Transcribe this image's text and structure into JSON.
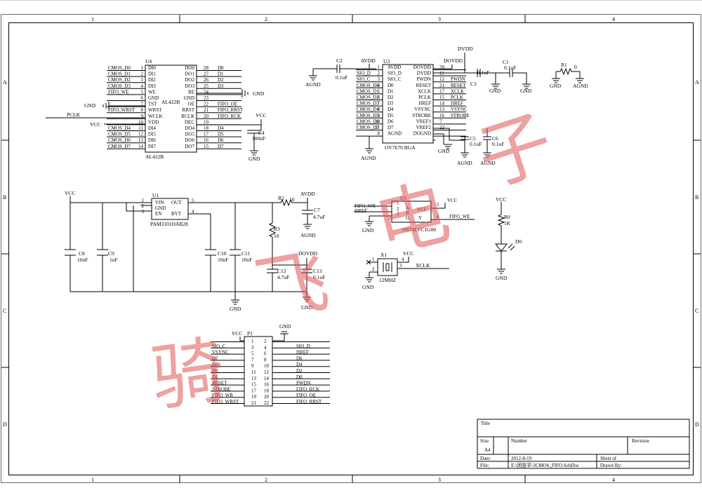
{
  "border": {
    "columns": [
      "1",
      "2",
      "3",
      "4"
    ],
    "rows": [
      "A",
      "B",
      "C",
      "D"
    ]
  },
  "u4": {
    "ref": "U4",
    "part": "AL422B",
    "part_inner": "AL422B",
    "left_pins": [
      {
        "net": "CMOS_D0",
        "num": "1",
        "name": "DI0"
      },
      {
        "net": "CMOS_D1",
        "num": "2",
        "name": "DI1"
      },
      {
        "net": "CMOS_D2",
        "num": "3",
        "name": "DI2"
      },
      {
        "net": "CMOS_D3",
        "num": "4",
        "name": "DI3"
      },
      {
        "net": "FIFO_WE",
        "num": "5",
        "name": "WE"
      },
      {
        "net": "",
        "num": "6",
        "name": "GND"
      },
      {
        "net": "",
        "num": "7",
        "name": "TST"
      },
      {
        "net": "FIFO_WRST",
        "num": "8",
        "name": "WRST"
      },
      {
        "net": "",
        "num": "9",
        "name": "WCLK"
      },
      {
        "net": "",
        "num": "10",
        "name": "VDD"
      },
      {
        "net": "CMOS_D4",
        "num": "11",
        "name": "DI4"
      },
      {
        "net": "CMOS_D5",
        "num": "12",
        "name": "DI5"
      },
      {
        "net": "CMOS_D6",
        "num": "13",
        "name": "DI6"
      },
      {
        "net": "CMOS_D7",
        "num": "14",
        "name": "DI7"
      }
    ],
    "right_pins": [
      {
        "name": "DO0",
        "num": "28",
        "net": "D0"
      },
      {
        "name": "DO1",
        "num": "27",
        "net": "D1"
      },
      {
        "name": "DO2",
        "num": "26",
        "net": "D2"
      },
      {
        "name": "DO3",
        "num": "25",
        "net": "D3"
      },
      {
        "name": "RE",
        "num": "24",
        "net": ""
      },
      {
        "name": "GND",
        "num": "23",
        "net": ""
      },
      {
        "name": "OE",
        "num": "22",
        "net": "FIFO_OE"
      },
      {
        "name": "RRST",
        "num": "21",
        "net": "FIFO_RRST"
      },
      {
        "name": "RCLK",
        "num": "20",
        "net": "FIFO_RCK"
      },
      {
        "name": "DEC",
        "num": "19",
        "net": ""
      },
      {
        "name": "DO4",
        "num": "18",
        "net": "D4"
      },
      {
        "name": "DO5",
        "num": "17",
        "net": "D5"
      },
      {
        "name": "DO6",
        "num": "16",
        "net": "D6"
      },
      {
        "name": "DO7",
        "num": "15",
        "net": "D7"
      }
    ],
    "gnd_left": "GND",
    "gnd_right": "GND",
    "pclk": "PCLK",
    "vcc": "VCC"
  },
  "c4": {
    "ref": "C4",
    "value": "100nF",
    "vcc": "VCC",
    "gnd": "GND"
  },
  "c2": {
    "ref": "C2",
    "value": "0.1uF",
    "net": "AVDD",
    "gnd": "AGND"
  },
  "u3": {
    "ref": "U3",
    "part": "OV7670 BGA",
    "left_pins": [
      {
        "net": "",
        "num": "1",
        "name": "AVDD"
      },
      {
        "net": "SIO_D",
        "num": "2",
        "name": "SIO_D"
      },
      {
        "net": "SIO_C",
        "num": "3",
        "name": "SIO_C"
      },
      {
        "net": "CMOS_D0",
        "num": "4",
        "name": "D0"
      },
      {
        "net": "CMOS_D1",
        "num": "5",
        "name": "D1"
      },
      {
        "net": "CMOS_D2",
        "num": "6",
        "name": "D2"
      },
      {
        "net": "CMOS_D3",
        "num": "7",
        "name": "D3"
      },
      {
        "net": "CMOS_D4",
        "num": "8",
        "name": "D4"
      },
      {
        "net": "CMOS_D5",
        "num": "9",
        "name": "D5"
      },
      {
        "net": "CMOS_D6",
        "num": "10",
        "name": "D6"
      },
      {
        "net": "CMOS_D7",
        "num": "11",
        "name": "D7"
      },
      {
        "net": "",
        "num": "8",
        "name": "AGND"
      }
    ],
    "right_pins": [
      {
        "name": "DOVDD",
        "num": "20",
        "net": ""
      },
      {
        "name": "DVDD",
        "num": "11",
        "net": ""
      },
      {
        "name": "PWDN",
        "num": "12",
        "net": "PWDN"
      },
      {
        "name": "RESET",
        "num": "21",
        "net": "RESET"
      },
      {
        "name": "XCLK",
        "num": "17",
        "net": "XCLK"
      },
      {
        "name": "PCLK",
        "num": "15",
        "net": "PCLK"
      },
      {
        "name": "HREF",
        "num": "14",
        "net": "HREF"
      },
      {
        "name": "VSYNC",
        "num": "13",
        "net": "VSYNC"
      },
      {
        "name": "STROBE",
        "num": "16",
        "net": "STROBE"
      },
      {
        "name": "VREF1",
        "num": "7",
        "net": ""
      },
      {
        "name": "VREF2",
        "num": "22",
        "net": ""
      },
      {
        "name": "DOGND",
        "num": "",
        "net": ""
      }
    ],
    "avdd": "AVDD",
    "agnd": "AGND",
    "dovdd": "DOVDD",
    "dvdd": "DVDD",
    "gnd": "GND"
  },
  "c1": {
    "ref": "C1",
    "value": "0.1uF"
  },
  "c3": {
    "ref": "C3",
    "value": "0.1uF"
  },
  "c5": {
    "ref": "C5",
    "value": "0.1uF",
    "gnd": "AGND"
  },
  "c6": {
    "ref": "C6",
    "value": "0.1uF",
    "gnd": "AGND"
  },
  "r1": {
    "ref": "R1",
    "value": "0",
    "gnd_left": "GND",
    "gnd_right": "AGND"
  },
  "u1": {
    "ref": "U1",
    "part": "PAM3101DAB28",
    "pins": [
      {
        "num": "1",
        "name": "VIN"
      },
      {
        "num": "2",
        "name": "GND"
      },
      {
        "num": "3",
        "name": "EN"
      },
      {
        "num": "5",
        "name": "OUT"
      },
      {
        "num": "4",
        "name": "BYT"
      }
    ],
    "vcc": "VCC",
    "gnd": "GND"
  },
  "c8": {
    "ref": "C8",
    "value": "10uF"
  },
  "c9": {
    "ref": "C9",
    "value": "1uF"
  },
  "c10": {
    "ref": "C10",
    "value": "10nF"
  },
  "c11": {
    "ref": "C11",
    "value": "10uF"
  },
  "r2": {
    "ref": "R2",
    "value": "10",
    "net": "AVDD"
  },
  "c7": {
    "ref": "C7",
    "value": "4.7uF",
    "gnd": "AGND"
  },
  "r3": {
    "ref": "R3",
    "value": "10"
  },
  "c12": {
    "ref": "C12",
    "value": "4.7uF",
    "net": "DOVDD"
  },
  "c13": {
    "ref": "C13",
    "value": "0.1uF",
    "gnd": "GND"
  },
  "u5": {
    "ref": "U5",
    "part": "SN74LVC1G00",
    "pins": [
      {
        "num": "1",
        "name": "A",
        "net": "FIFO_WR"
      },
      {
        "num": "2",
        "name": "B",
        "net": "HREF"
      },
      {
        "num": "3",
        "name": "G",
        "net": ""
      },
      {
        "num": "5",
        "name": "VCC",
        "net": "VCC"
      },
      {
        "num": "4",
        "name": "Y",
        "net": "FIFO_WE"
      }
    ],
    "gnd": "GND"
  },
  "x1": {
    "ref": "X1",
    "value": "12MHZ",
    "pins": [
      "1",
      "2",
      "3",
      "4"
    ],
    "vcc": "VCC",
    "net": "XCLK",
    "gnd": "GND"
  },
  "r0": {
    "ref": "R0",
    "value": "1K",
    "vcc": "VCC"
  },
  "d0": {
    "ref": "D0",
    "gnd": "GND"
  },
  "p1": {
    "ref": "P1",
    "vcc": "VCC",
    "gnd": "GND",
    "rows": [
      {
        "l": "",
        "a": "1",
        "b": "2",
        "r": ""
      },
      {
        "l": "SIO_C",
        "a": "3",
        "b": "4",
        "r": "SIO_D"
      },
      {
        "l": "VSYNC",
        "a": "5",
        "b": "6",
        "r": "HREF"
      },
      {
        "l": "D7",
        "a": "7",
        "b": "8",
        "r": "D6"
      },
      {
        "l": "D5",
        "a": "9",
        "b": "10",
        "r": "D4"
      },
      {
        "l": "D3",
        "a": "11",
        "b": "12",
        "r": "D2"
      },
      {
        "l": "D1",
        "a": "13",
        "b": "14",
        "r": "D0"
      },
      {
        "l": "RESET",
        "a": "15",
        "b": "16",
        "r": "PWDN"
      },
      {
        "l": "STROBE",
        "a": "17",
        "b": "18",
        "r": "FIFO_RCK"
      },
      {
        "l": "FIFO_WR",
        "a": "19",
        "b": "20",
        "r": "FIFO_OE"
      },
      {
        "l": "FIFO_WRST",
        "a": "21",
        "b": "22",
        "r": "FIFO_RRST"
      }
    ]
  },
  "title_block": {
    "title_label": "Title",
    "size_label": "Size",
    "size_value": "A4",
    "number_label": "Number",
    "revision_label": "Revision",
    "date_label": "Date:",
    "date_value": "2012-8-19",
    "sheet_label": "Sheet   of",
    "file_label": "File:",
    "file_value": "E:\\闭览平\\3CMOS_FIFO.SchDoc",
    "drawn_label": "Drawn By:"
  },
  "watermark": [
    "骑",
    "飞",
    "电",
    "子"
  ],
  "colors": {
    "ink": "#000000",
    "frame": "#6a6a6a",
    "watermark": "#e05555"
  }
}
